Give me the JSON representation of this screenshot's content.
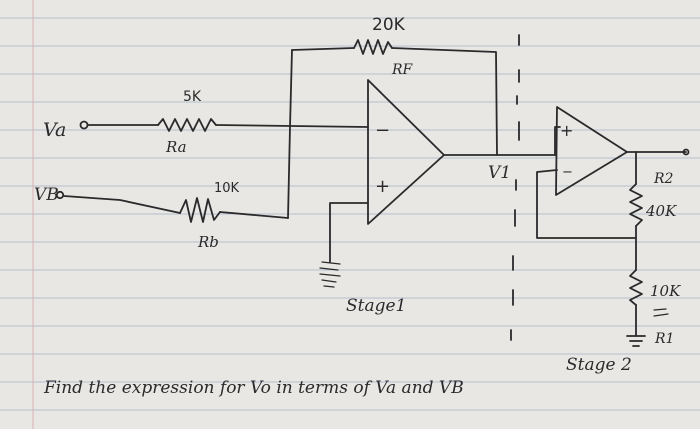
{
  "labels": {
    "va": "Va",
    "vb": "VB",
    "ra_value": "5K",
    "ra_name": "Ra",
    "rb_value": "10K",
    "rb_name": "Rb",
    "rf_value": "20K",
    "rf_name": "RF",
    "v1": "V1",
    "stage1": "Stage1",
    "stage2": "Stage 2",
    "r2_name": "R2",
    "r2_value": "40K",
    "r1_value": "10K",
    "r1_name": "R1",
    "minus": "−",
    "plus": "+",
    "question": "Find the expression for Vo in terms of Va and VB"
  },
  "colors": {
    "paper": "#e9e7e3",
    "ink": "#2a2a2c",
    "rule_line": "#9db3cc",
    "margin_line": "#d9a3a8"
  }
}
